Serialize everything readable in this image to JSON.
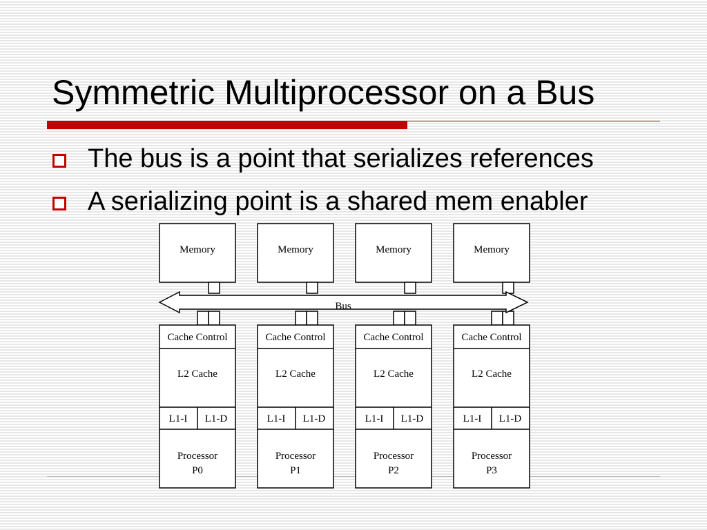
{
  "slide": {
    "title": "Symmetric Multiprocessor on a Bus",
    "bullets": [
      "The bus is a point that serializes references",
      "A serializing point is a shared mem enabler"
    ]
  },
  "diagram": {
    "bus_label": "Bus",
    "memory_label": "Memory",
    "cache_control_label": "Cache Control",
    "l2_label": "L2 Cache",
    "l1i_label": "L1-I",
    "l1d_label": "L1-D",
    "processor_label": "Processor",
    "processors": [
      "P0",
      "P1",
      "P2",
      "P3"
    ]
  },
  "colors": {
    "accent": "#c40000",
    "line": "#000000"
  }
}
